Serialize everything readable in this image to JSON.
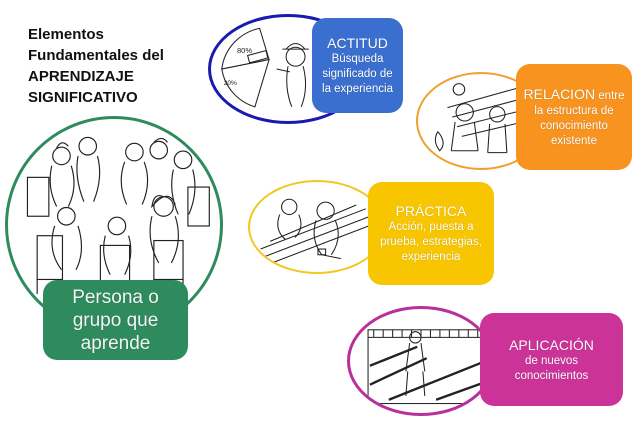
{
  "title": {
    "lines": [
      "Elementos",
      "Fundamentales del",
      "APRENDIZAJE",
      "SIGNIFICATIVO"
    ]
  },
  "center": {
    "label_lines": [
      "Persona o",
      "grupo que",
      "aprende"
    ],
    "illustration": "group-of-people-sitting-in-circle",
    "color": "#2e8b5e"
  },
  "elements": [
    {
      "id": "actitud",
      "heading": "ACTITUD",
      "description_lines": [
        "Búsqueda",
        "significado de",
        "la experiencia"
      ],
      "color": "#3a6fcf",
      "ring_color": "#1a1ab0",
      "illustration": "farmer-with-pie-chart",
      "illustration_labels": [
        "80%",
        "20%"
      ]
    },
    {
      "id": "relacion",
      "heading": "RELACION",
      "heading_suffix": "entre",
      "description_lines": [
        "la estructura de",
        "conocimiento",
        "existente"
      ],
      "color": "#f7931e",
      "ring_color": "#f0a030",
      "illustration": "farmers-in-field"
    },
    {
      "id": "practica",
      "heading": "PRÁCTICA",
      "description_lines": [
        "Acción, puesta a",
        "prueba, estrategias,",
        "experiencia"
      ],
      "color": "#f7c600",
      "ring_color": "#f2c820",
      "illustration": "men-working-on-rows"
    },
    {
      "id": "aplicacion",
      "heading": "APLICACIÓN",
      "description_lines": [
        "de nuevos",
        "conocimientos"
      ],
      "color": "#cc3399",
      "ring_color": "#b8309a",
      "illustration": "farmer-in-crop-field"
    }
  ]
}
